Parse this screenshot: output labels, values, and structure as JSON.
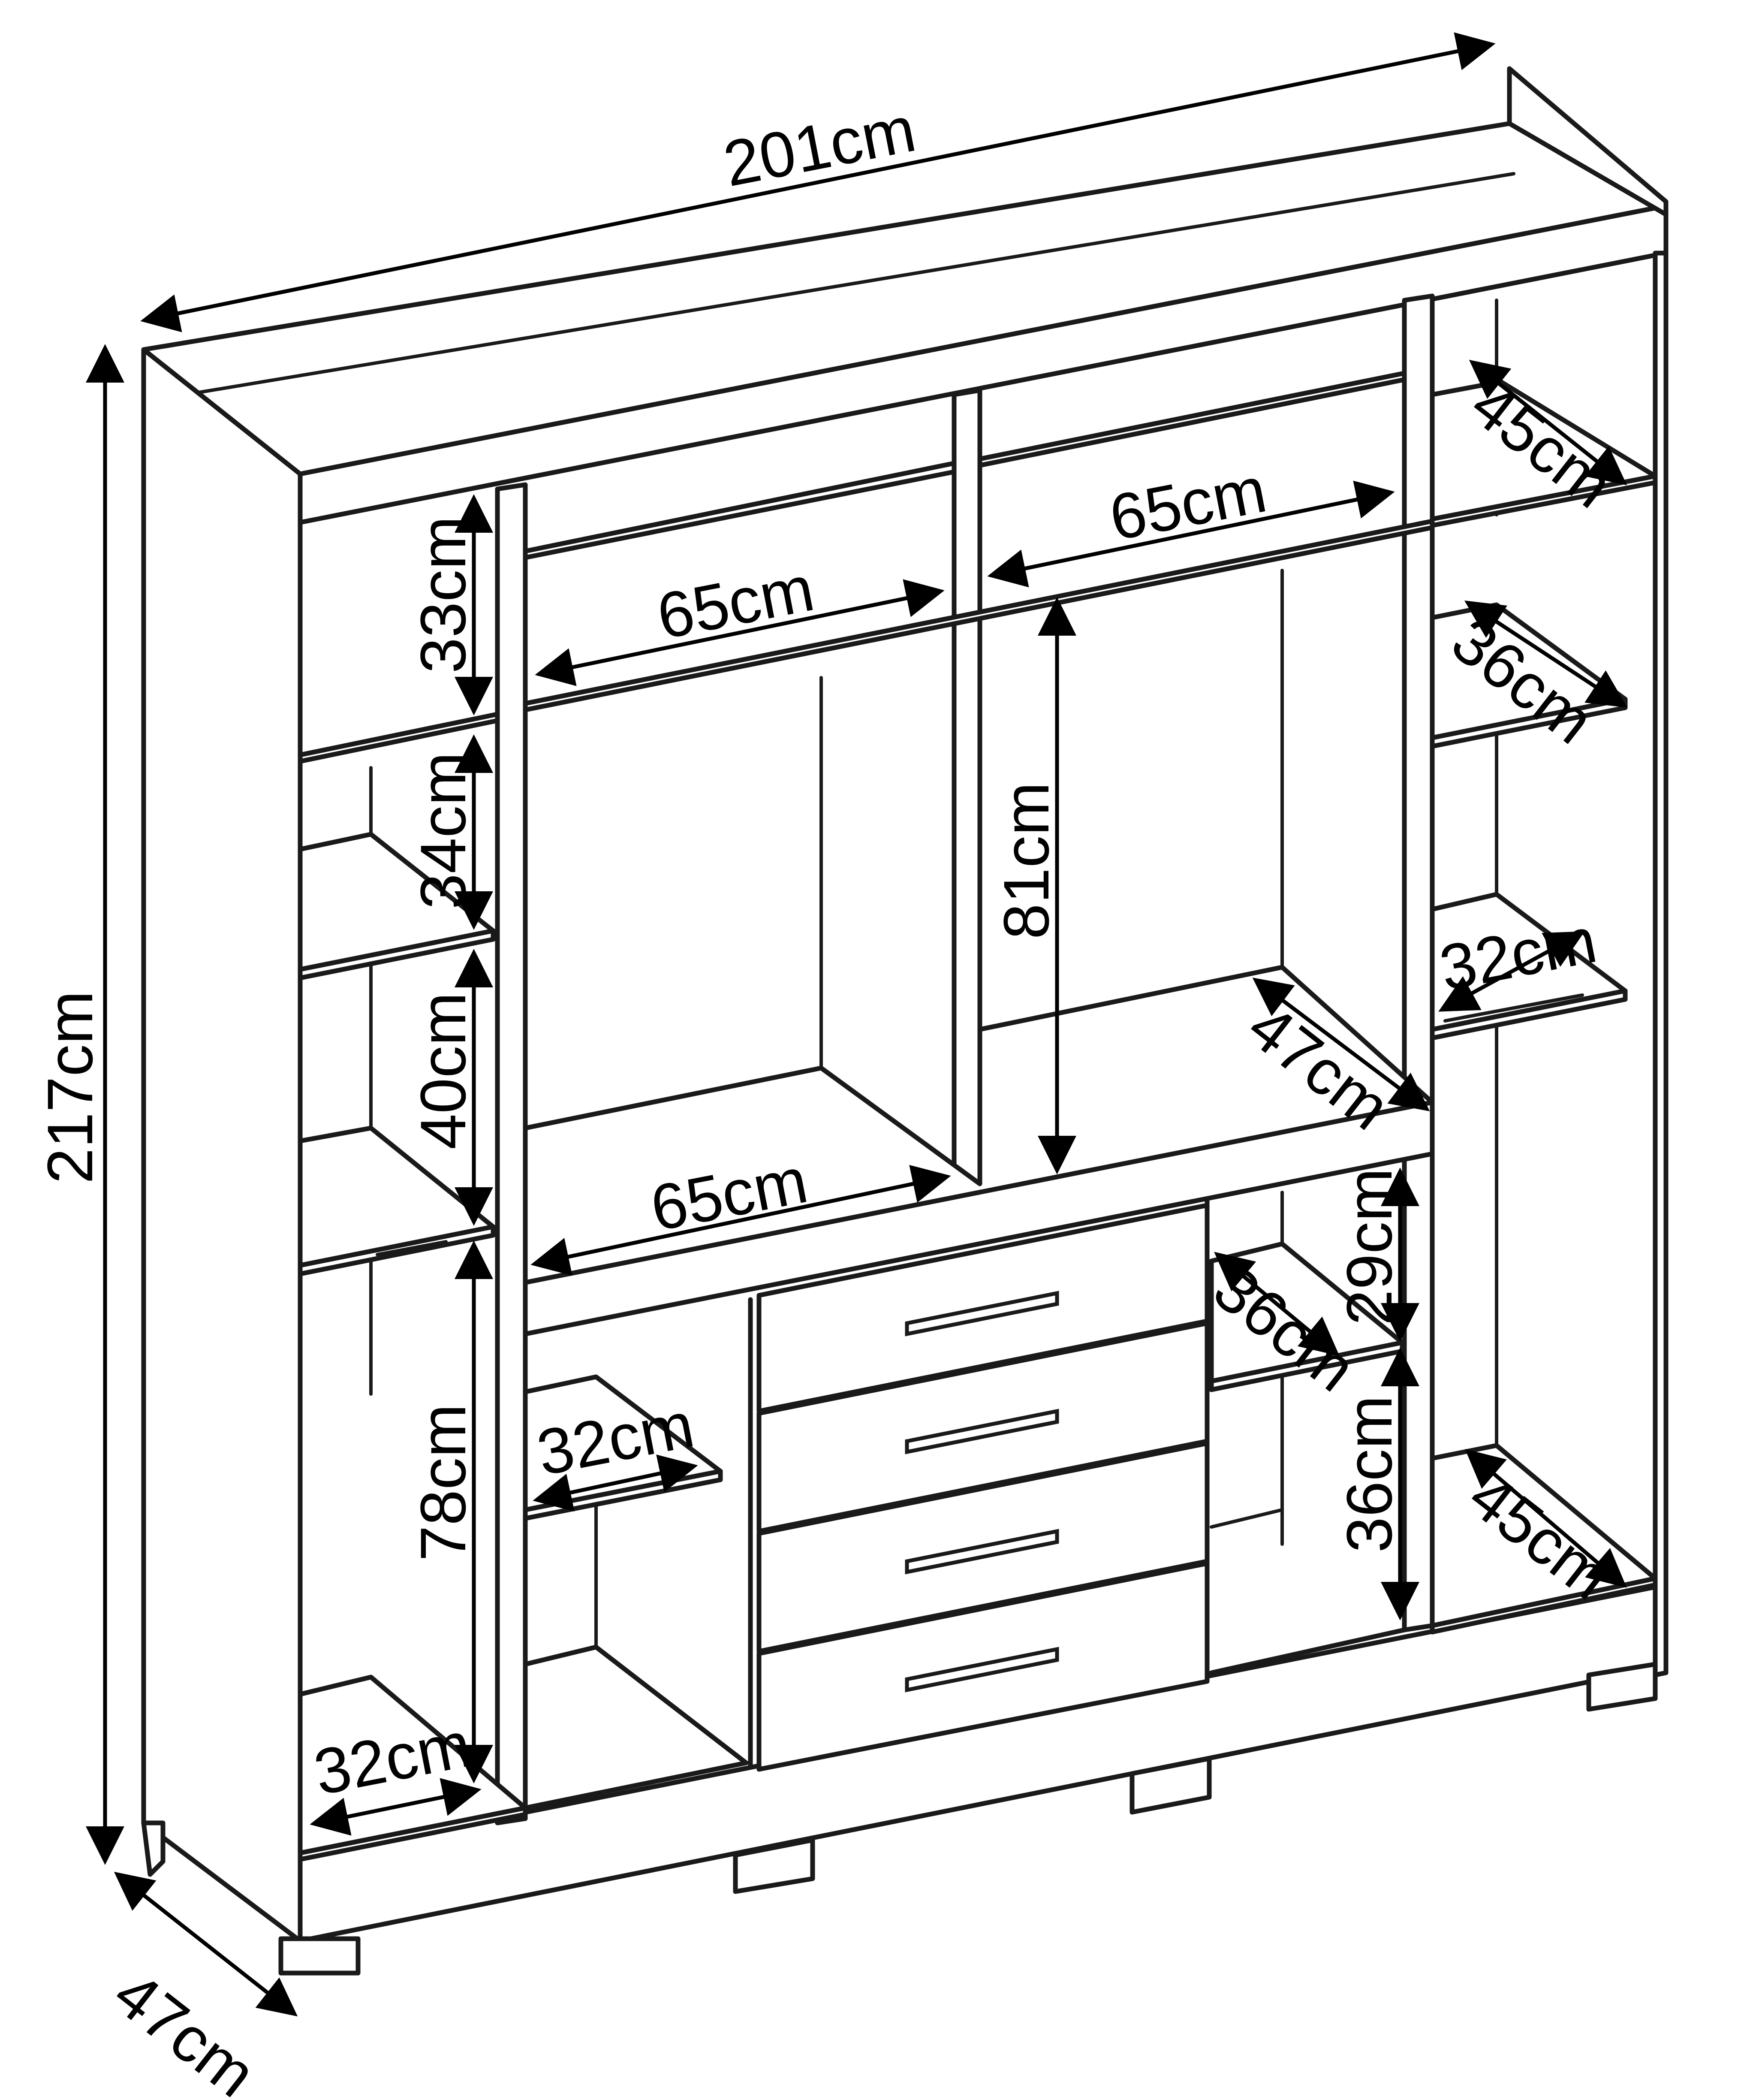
{
  "dimensions": {
    "width": "201cm",
    "height": "217cm",
    "depth": "47cm",
    "top_left_niche": "33cm",
    "left_upper_shelf": "34cm",
    "left_middle_shelf": "40cm",
    "left_hanging": "78cm",
    "left_bottom_depth": "32cm",
    "top_center_left_width": "65cm",
    "top_center_right_width": "65cm",
    "center_hanging_height": "81cm",
    "center_floor_width": "65cm",
    "center_floor_depth": "47cm",
    "center_left_shelf_depth": "32cm",
    "center_right_shelf_depth": "36cm",
    "center_right_upper": "29cm",
    "center_right_lower": "36cm",
    "right_top_depth": "45cm",
    "right_upper_shelf_depth": "36cm",
    "right_middle_shelf_depth": "32cm",
    "right_bottom_depth": "45cm"
  },
  "drawers": {
    "count": 4
  }
}
